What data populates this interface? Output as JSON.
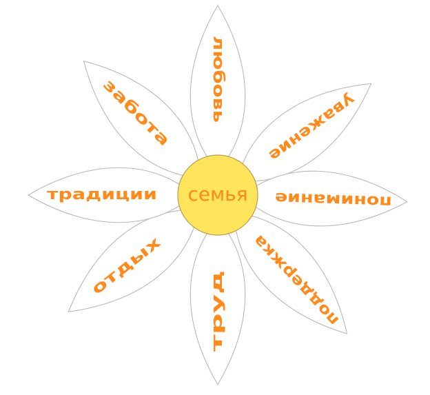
{
  "diagram": {
    "center": {
      "label": "семья",
      "fill_color": "#ffe45c",
      "outline_color": "#b79c4a"
    },
    "text_color": "#ff8a1a",
    "petal_outline_color": "#b8b8b8",
    "petals": [
      {
        "id": "top",
        "label": "любовь"
      },
      {
        "id": "top-right",
        "label": "уважение"
      },
      {
        "id": "right",
        "label": "понимание"
      },
      {
        "id": "bottom-right",
        "label": "поддержка"
      },
      {
        "id": "bottom",
        "label": "труд"
      },
      {
        "id": "bottom-left",
        "label": "отдых"
      },
      {
        "id": "left",
        "label": "традиции"
      },
      {
        "id": "top-left",
        "label": "забота"
      }
    ]
  }
}
